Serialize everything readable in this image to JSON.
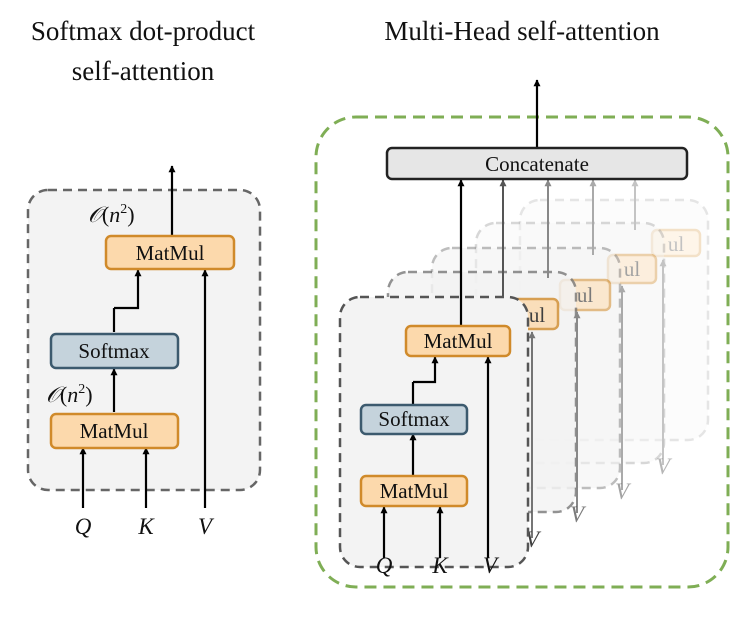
{
  "left": {
    "title_line1": "Softmax dot-product",
    "title_line2": "self-attention",
    "matmul_top": "MatMul",
    "softmax": "Softmax",
    "matmul_bottom": "MatMul",
    "complexity_top": "O(n2)",
    "complexity_bottom": "O(n2)",
    "inputs": [
      "Q",
      "K",
      "V"
    ]
  },
  "right": {
    "title": "Multi-Head self-attention",
    "concatenate": "Concatenate",
    "matmul_top": "MatMul",
    "softmax": "Softmax",
    "matmul_bottom": "MatMul",
    "ghost_label": "ul",
    "inputs": [
      "Q",
      "K",
      "V"
    ]
  },
  "colors": {
    "matmul_fill": "#fcd9ac",
    "matmul_stroke": "#d08a2a",
    "softmax_fill": "#c5d3dc",
    "softmax_stroke": "#3c5a6e",
    "concat_fill": "#e6e6e6",
    "panel_fill": "#f3f3f3",
    "outer_dash": "#7fae55"
  }
}
